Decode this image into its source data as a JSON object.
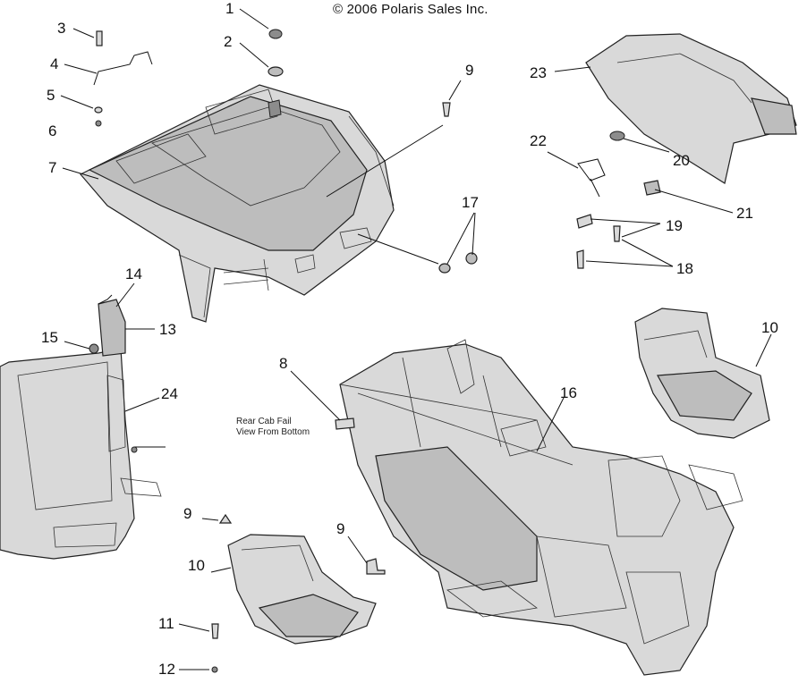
{
  "copyright": "© 2006 Polaris Sales Inc.",
  "note_lines": [
    "Rear Cab Fail",
    "View From Bottom"
  ],
  "callouts": [
    "1",
    "2",
    "3",
    "4",
    "5",
    "6",
    "7",
    "8",
    "9",
    "9",
    "9",
    "10",
    "10",
    "11",
    "12",
    "13",
    "14",
    "15",
    "16",
    "17",
    "18",
    "19",
    "20",
    "21",
    "22",
    "23",
    "24"
  ]
}
